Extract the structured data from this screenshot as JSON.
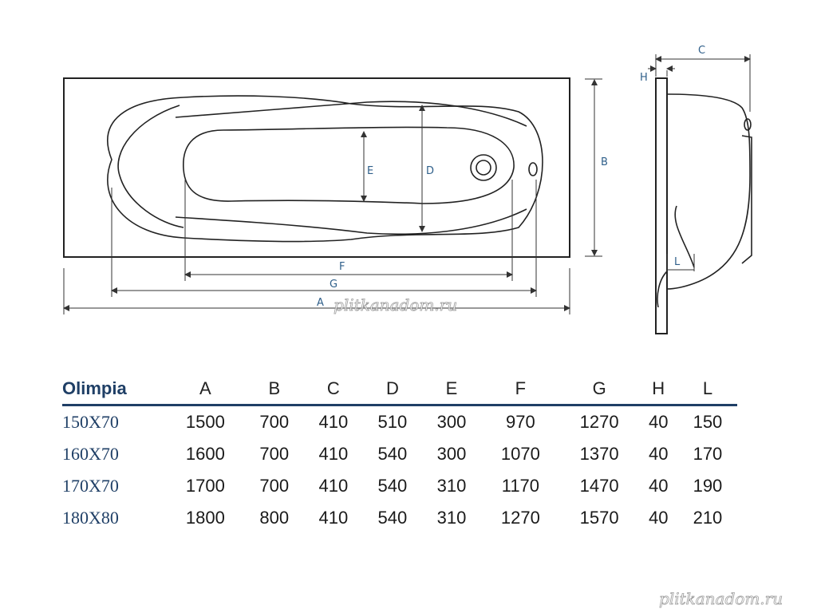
{
  "drawing": {
    "dimension_labels": [
      "A",
      "B",
      "C",
      "D",
      "E",
      "F",
      "G",
      "H",
      "L"
    ]
  },
  "watermark": {
    "center_text": "plitkanadom.ru",
    "corner_text": "plitkanadom.ru"
  },
  "table": {
    "model_header": "Olimpia",
    "columns": [
      "A",
      "B",
      "C",
      "D",
      "E",
      "F",
      "G",
      "H",
      "L"
    ],
    "rows": [
      {
        "model": "150X70",
        "values": [
          "1500",
          "700",
          "410",
          "510",
          "300",
          "970",
          "1270",
          "40",
          "150"
        ]
      },
      {
        "model": "160X70",
        "values": [
          "1600",
          "700",
          "410",
          "540",
          "300",
          "1070",
          "1370",
          "40",
          "170"
        ]
      },
      {
        "model": "170X70",
        "values": [
          "1700",
          "700",
          "410",
          "540",
          "310",
          "1170",
          "1470",
          "40",
          "190"
        ]
      },
      {
        "model": "180X80",
        "values": [
          "1800",
          "800",
          "410",
          "540",
          "310",
          "1270",
          "1570",
          "40",
          "210"
        ]
      }
    ]
  },
  "colors": {
    "accent": "#1f3f66",
    "label": "#2f5f8a",
    "outline": "#222222"
  }
}
